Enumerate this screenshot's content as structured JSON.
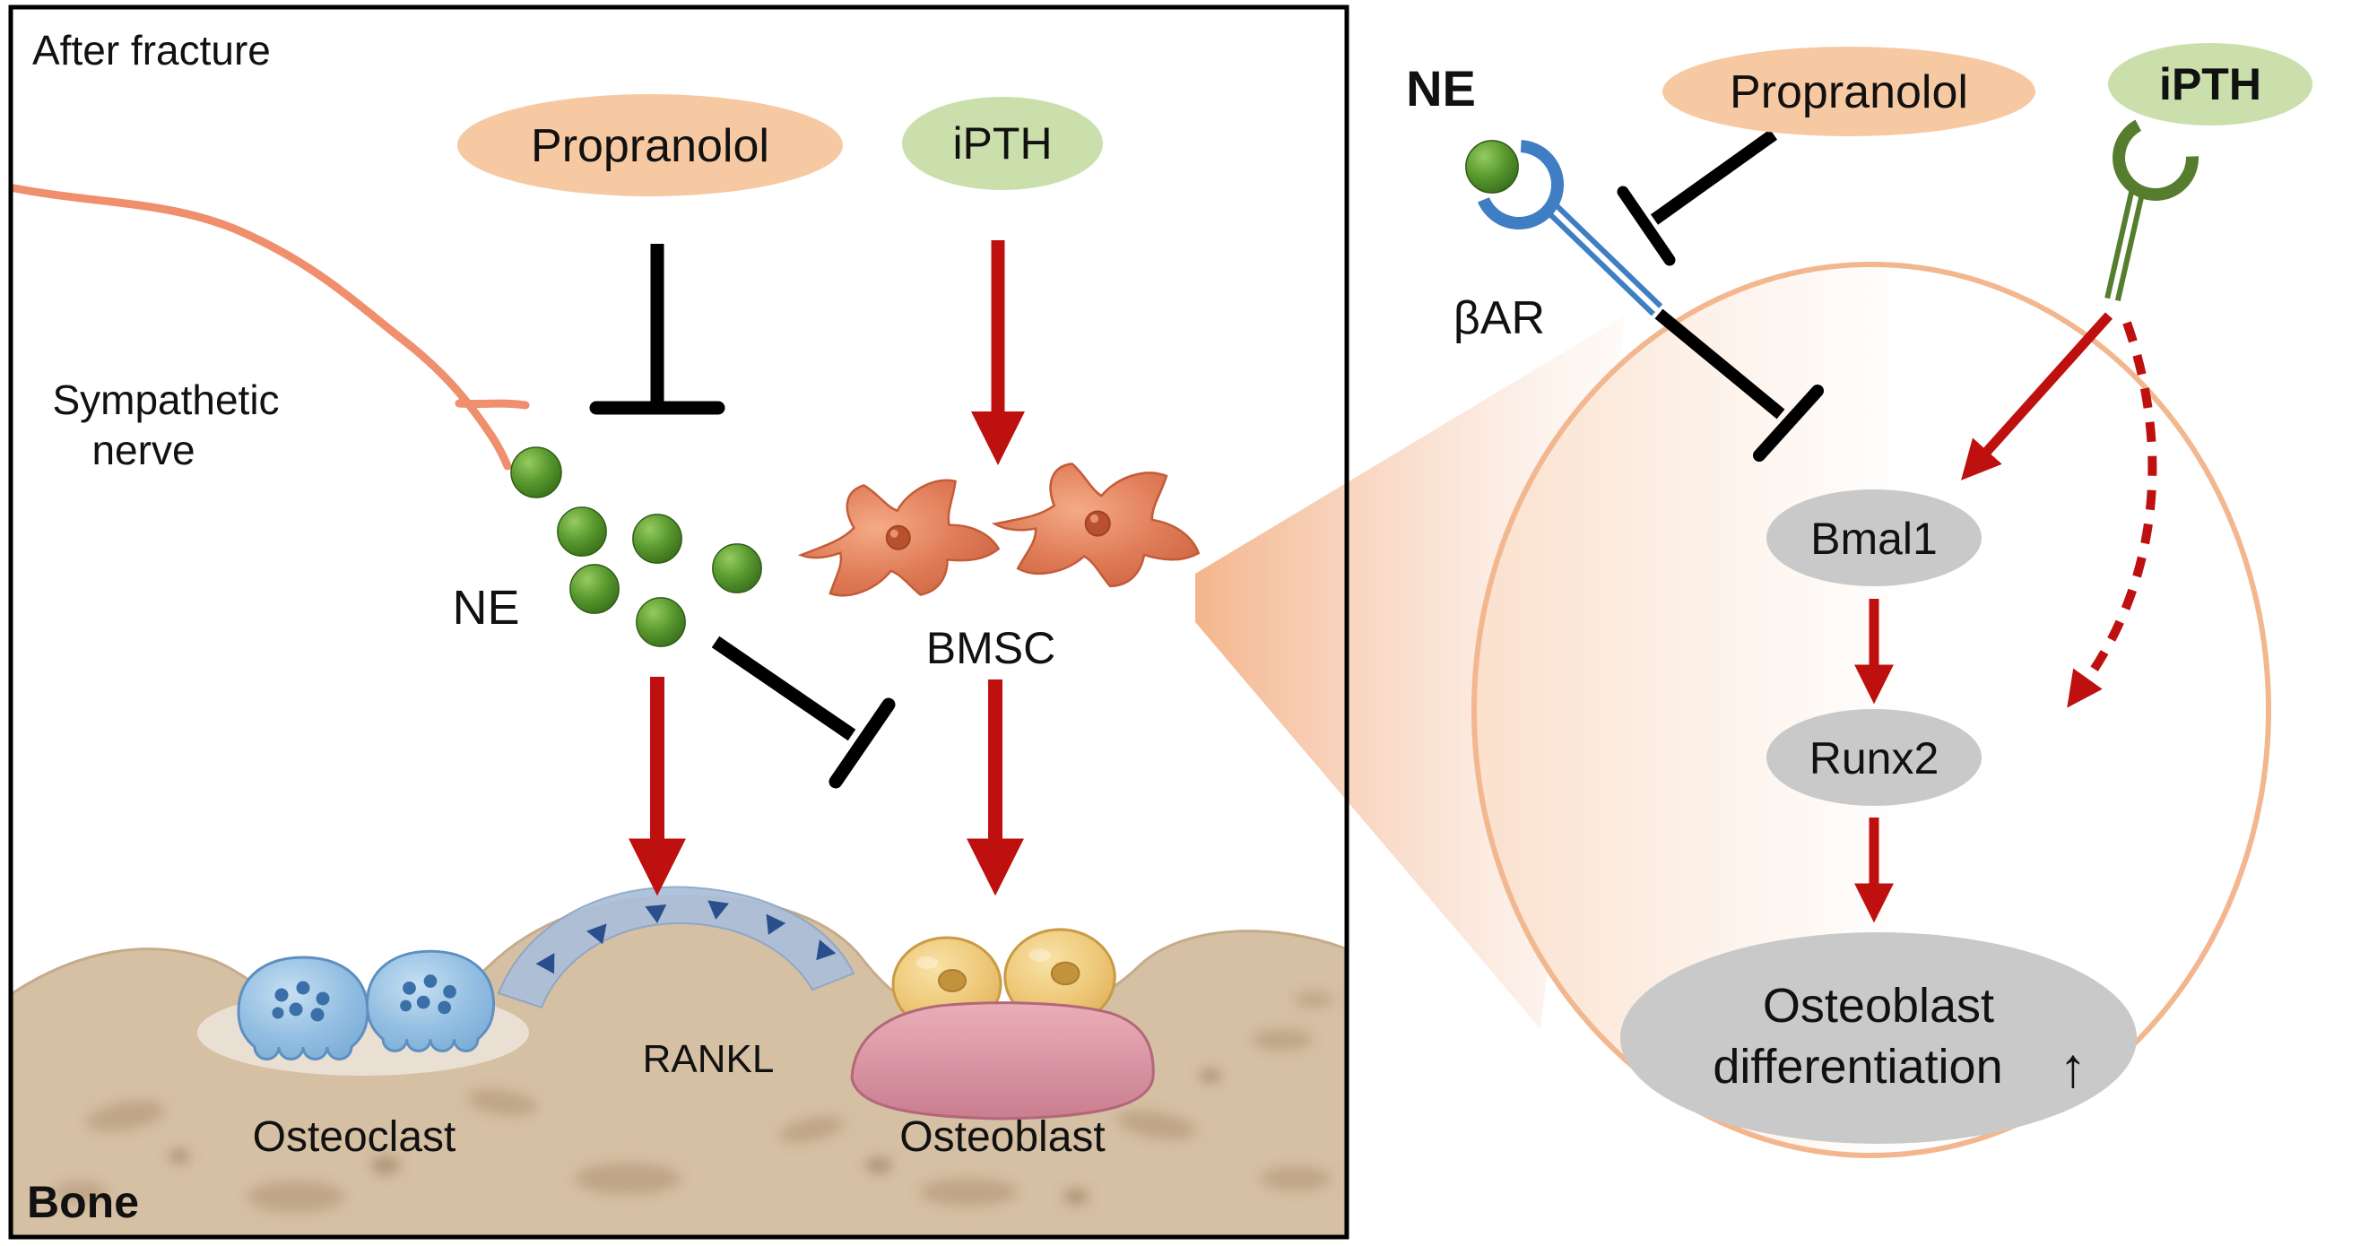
{
  "figure": {
    "type": "signaling-pathway-diagram",
    "panels": [
      "bone-fracture-microenvironment",
      "bmsc-intracellular-zoom"
    ]
  },
  "left_panel": {
    "after_fracture_label": "After fracture",
    "sympathetic_nerve_line1": "Sympathetic",
    "sympathetic_nerve_line2": "nerve",
    "propranolol_label": "Propranolol",
    "ipth_label": "iPTH",
    "ne_label": "NE",
    "bmsc_label": "BMSC",
    "rankl_label": "RANKL",
    "osteoclast_label": "Osteoclast",
    "osteoblast_label": "Osteoblast",
    "bone_label": "Bone"
  },
  "right_panel": {
    "ne_label": "NE",
    "beta_ar_label": "βAR",
    "propranolol_label": "Propranolol",
    "ipth_label": "iPTH",
    "bmal1_label": "Bmal1",
    "runx2_label": "Runx2",
    "osteoblast_diff_line1": "Osteoblast",
    "osteoblast_diff_line2": "differentiation",
    "upregulation_arrow": "↑"
  },
  "colors": {
    "propranolol_fill": "#f7c9a3",
    "ipth_fill": "#cbdfac",
    "ipth_text_green": "#4c7a22",
    "inhibition_black": "#000000",
    "activation_red": "#bf1010",
    "ne_green": "#4f8f28",
    "receptor_blue": "#3f7ec2",
    "receptor_green": "#567d2e",
    "membrane_peach": "#f2b78f",
    "node_gray": "#c9c9c9",
    "bone_tan": "#d6c0a4",
    "osteoclast_blue": "#8fb9dd",
    "rankl_blue": "#a9bed9",
    "osteoblast_yellow": "#f2d38a",
    "osteoblast_pink": "#dc96a3",
    "bmsc_orange": "#e58a67",
    "nerve_salmon": "#ef8f6d"
  }
}
